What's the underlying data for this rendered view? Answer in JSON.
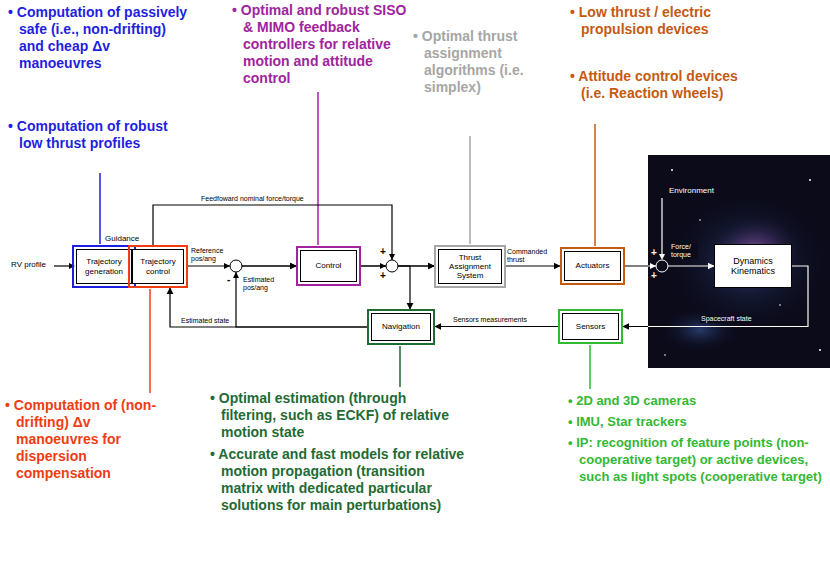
{
  "diagram": {
    "nodes": [
      {
        "text": [
          "Trajectory generation"
        ]
      },
      {
        "text": [
          "Trajectory control"
        ]
      },
      {
        "text": [
          "Control"
        ]
      },
      {
        "text": [
          "Thrust Assignment System"
        ]
      },
      {
        "text": [
          "Actuators"
        ]
      },
      {
        "text": [
          "Dynamics Kinematics"
        ]
      },
      {
        "text": [
          "Sensors"
        ]
      },
      {
        "text": [
          "Navigation"
        ]
      }
    ],
    "edges": [
      {
        "from": 1,
        "to": 2,
        "arrow": "to",
        "label": "Reference pos/ang"
      },
      {
        "from": 1,
        "to": 3,
        "arrow": "to",
        "label": "Feedfoward nominal force/torque"
      },
      {
        "from": 2,
        "to": 3,
        "arrow": "to"
      },
      {
        "from": 2,
        "to": 7,
        "arrow": "to"
      },
      {
        "from": 3,
        "to": 4,
        "arrow": "to",
        "label": "Commanded thrust"
      },
      {
        "from": 4,
        "to": 5,
        "arrow": "to",
        "label": "Force/ torque"
      },
      {
        "from": 5,
        "to": 6,
        "arrow": "to",
        "label": "Spacecraft state"
      },
      {
        "from": 6,
        "to": 7,
        "arrow": "to",
        "label": "Sensors measurements"
      },
      {
        "from": 7,
        "to": 1,
        "arrow": "to",
        "label": "Estimated state"
      },
      {
        "from": 7,
        "to": 2,
        "arrow": "to",
        "label": "Estimated pos/ang"
      }
    ],
    "labels": [
      "• Computation of passively safe (i.e., non-drifting) and cheap Δv manoeuvres",
      "• Computation of robust low thrust profiles",
      "• Optimal and robust SISO & MIMO feedback controllers for relative motion and attitude control",
      "• Optimal thrust assignment algorithms (i.e. simplex)",
      "• Low thrust / electric propulsion devices",
      "• Attitude control devices (i.e. Reaction wheels)",
      "RV profile",
      "Guidance",
      "+",
      "-",
      "+",
      "+",
      "Environment",
      "+",
      "+",
      "• Computation of (non-drifting) Δv manoeuvres for dispersion compensation",
      "• Optimal estimation (through filtering, such as ECKF) of relative motion state",
      "• Accurate and fast models for relative motion propagation (transition matrix with dedicated particular solutions for main perturbations)",
      "• 2D and 3D cameras",
      "• IMU, Star trackers",
      "• IP: recognition of feature points (non-cooperative target) or active devices, such as light spots (cooperative target)"
    ]
  }
}
